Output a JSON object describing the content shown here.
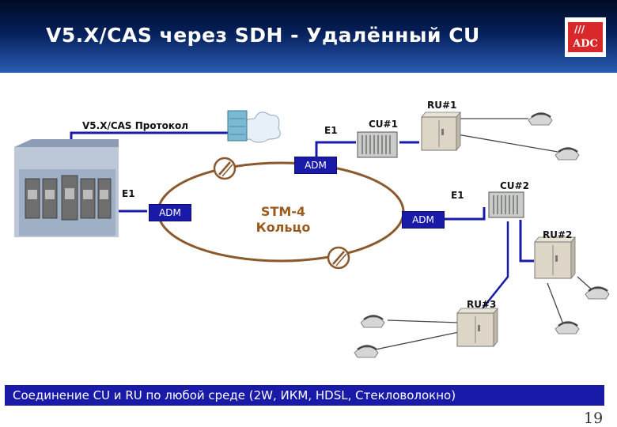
{
  "title": "V5.X/CAS через SDH - Удалённый CU",
  "logo": {
    "text": "ADC",
    "mark": "///"
  },
  "labels": {
    "protocol": "V5.X/CAS Протокол",
    "e1_left": "E1",
    "e1_top": "E1",
    "e1_right": "E1",
    "cu1": "CU#1",
    "cu2": "CU#2",
    "ru1": "RU#1",
    "ru2": "RU#2",
    "ru3": "RU#3"
  },
  "adm": {
    "top": "ADM",
    "left": "ADM",
    "right": "ADM"
  },
  "ring": {
    "line1": "STM-4",
    "line2": "Кольцо"
  },
  "banner": "Соединение CU и RU по любой среде (2W, ИКМ, HDSL, Стекловолокно)",
  "page_number": "19",
  "colors": {
    "link": "#1a1aa8",
    "ring": "#8a5a2e",
    "phone_line": "#444444",
    "header": "#05205a"
  }
}
